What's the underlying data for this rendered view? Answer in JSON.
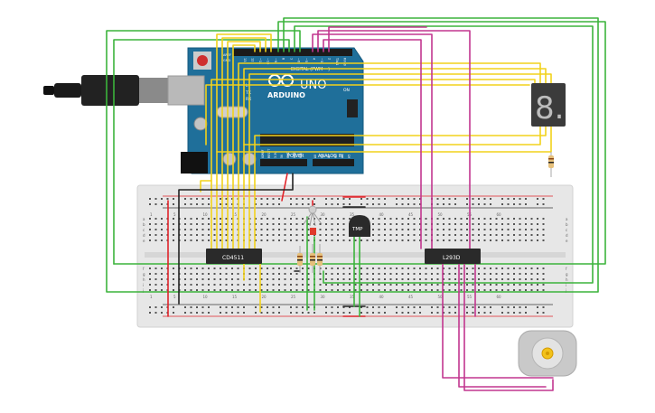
{
  "arduino": {
    "brand": "ARDUINO",
    "model": "UNO",
    "digital_header": "DIGITAL (PWM ~)",
    "power_header": "POWER",
    "analog_header": "ANALOG IN",
    "on_label": "ON",
    "tx_label": "TX",
    "rx_label": "RX",
    "l_label": "L",
    "aref_label": "AREF",
    "gnd_label": "GND",
    "power_pins": [
      "IOREF",
      "RESET",
      "3.3V",
      "5V",
      "GND",
      "GND",
      "VIN"
    ],
    "analog_pins": [
      "A0",
      "A1",
      "A2",
      "A3",
      "A4",
      "A5"
    ],
    "digital_pins": [
      "13",
      "12",
      "~11",
      "~10",
      "~9",
      "8",
      "7",
      "~6",
      "~5",
      "4",
      "~3",
      "2",
      "TX▸1",
      "RX◂0"
    ]
  },
  "chips": {
    "decoder": "CD4511",
    "driver": "L293D",
    "sensor": "TMP"
  },
  "display": {
    "digit": "8."
  },
  "breadboard": {
    "column_numbers": [
      "1",
      "5",
      "10",
      "15",
      "20",
      "25",
      "30",
      "35",
      "40",
      "45",
      "50",
      "55",
      "60"
    ],
    "row_letters_top": [
      "a",
      "b",
      "c",
      "d",
      "e"
    ],
    "row_letters_bottom": [
      "f",
      "g",
      "h",
      "i",
      "j"
    ]
  },
  "colors": {
    "yellow_wire": "#f2d21b",
    "green_wire": "#3cb43c",
    "magenta_wire": "#c2368f",
    "red_wire": "#e0242a",
    "black_wire": "#222222",
    "board_blue": "#1f6f9a",
    "breadboard": "#e7e7e7"
  }
}
